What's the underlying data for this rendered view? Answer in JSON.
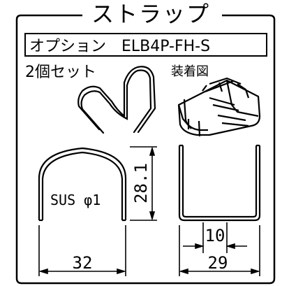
{
  "title": "ストラップ",
  "option_label": "オプション　ELB4P-FH-S",
  "set_note": "2個セット",
  "mount_label": "装着図",
  "material_label": "SUS φ1",
  "dimensions": {
    "height": "28.1",
    "outer_width": "32",
    "inner_gap": "10",
    "side_width": "29"
  }
}
